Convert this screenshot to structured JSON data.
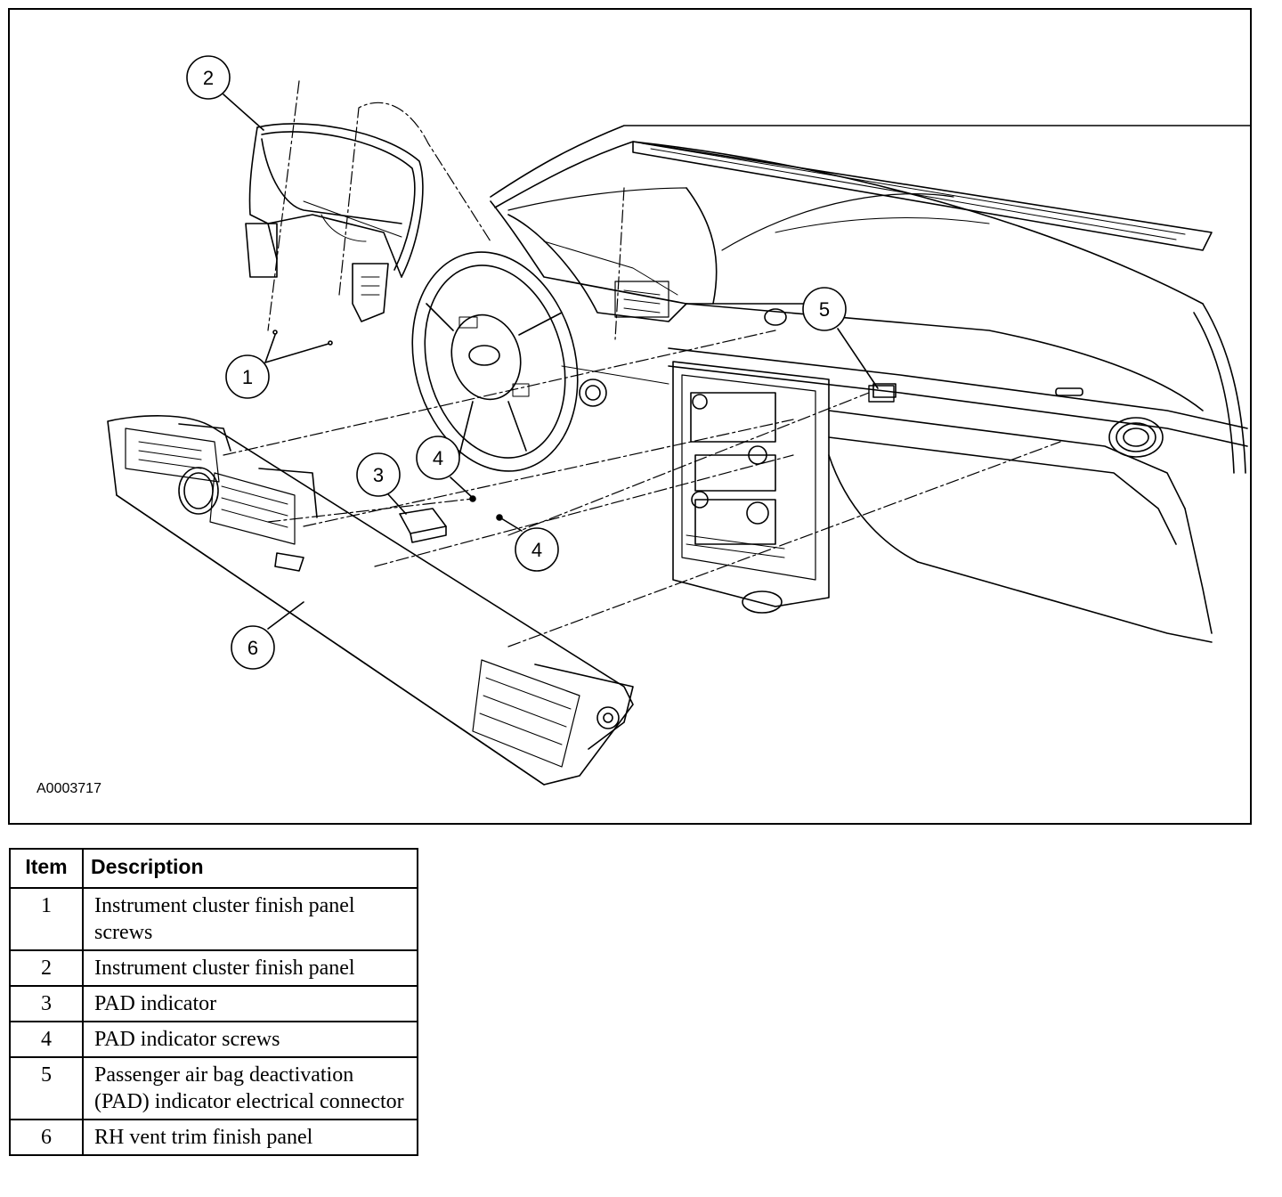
{
  "figure": {
    "id_label": "A0003717",
    "callouts": [
      "1",
      "2",
      "3",
      "4",
      "4",
      "5",
      "6"
    ]
  },
  "legend": {
    "header_item": "Item",
    "header_description": "Description",
    "rows": [
      {
        "item": "1",
        "description": "Instrument cluster finish panel screws"
      },
      {
        "item": "2",
        "description": "Instrument cluster finish panel"
      },
      {
        "item": "3",
        "description": "PAD indicator"
      },
      {
        "item": "4",
        "description": "PAD indicator screws"
      },
      {
        "item": "5",
        "description": "Passenger air bag deactivation (PAD) indicator electrical connector"
      },
      {
        "item": "6",
        "description": "RH vent trim finish panel"
      }
    ]
  }
}
